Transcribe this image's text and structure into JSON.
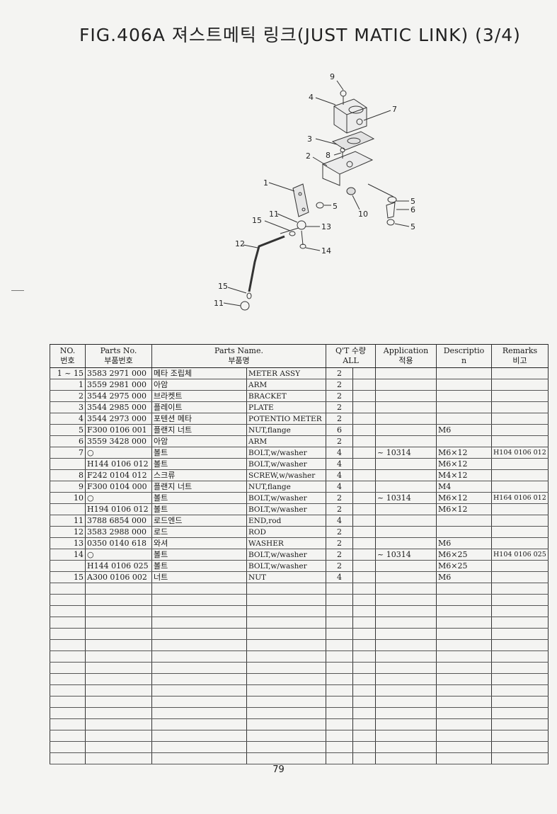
{
  "title": "FIG.406A 져스트메틱 링크(JUST MATIC LINK) (3/4)",
  "diagram": {
    "callouts": [
      "9",
      "4",
      "7",
      "3",
      "8",
      "2",
      "1",
      "5",
      "10",
      "5",
      "6",
      "5",
      "11",
      "15",
      "13",
      "12",
      "14",
      "15",
      "11"
    ]
  },
  "table": {
    "headers": {
      "no": "NO.",
      "no_ko": "번호",
      "part_no": "Parts No.",
      "part_no_ko": "부품번호",
      "part_name": "Parts Name.",
      "part_name_ko": "부품명",
      "qty": "Q'T 수량",
      "qty_sub": "ALL",
      "application": "Application",
      "application_ko": "적용",
      "description": "Descriptio",
      "description_2": "n",
      "remarks": "Remarks",
      "remarks_ko": "비고"
    },
    "rows": [
      {
        "no": "1 ~ 15",
        "part_no": "3583 2971 000",
        "name_ko": "메타 조립체",
        "name_en": "METER ASSY",
        "qty": "2",
        "app": "",
        "desc": "",
        "remarks": ""
      },
      {
        "no": "1",
        "part_no": "3559 2981 000",
        "name_ko": "아암",
        "name_en": "ARM",
        "qty": "2",
        "app": "",
        "desc": "",
        "remarks": ""
      },
      {
        "no": "2",
        "part_no": "3544 2975 000",
        "name_ko": "브라켓트",
        "name_en": "BRACKET",
        "qty": "2",
        "app": "",
        "desc": "",
        "remarks": ""
      },
      {
        "no": "3",
        "part_no": "3544 2985 000",
        "name_ko": "플레이트",
        "name_en": "PLATE",
        "qty": "2",
        "app": "",
        "desc": "",
        "remarks": ""
      },
      {
        "no": "4",
        "part_no": "3544 2973 000",
        "name_ko": "포텐션 메타",
        "name_en": "POTENTIO METER",
        "qty": "2",
        "app": "",
        "desc": "",
        "remarks": ""
      },
      {
        "no": "5",
        "part_no": "F300 0106 001",
        "name_ko": "플랜지 너트",
        "name_en": "NUT,flange",
        "qty": "6",
        "app": "",
        "desc": "M6",
        "remarks": ""
      },
      {
        "no": "6",
        "part_no": "3559 3428 000",
        "name_ko": "아암",
        "name_en": "ARM",
        "qty": "2",
        "app": "",
        "desc": "",
        "remarks": ""
      },
      {
        "no": "7",
        "part_no": "○",
        "name_ko": "볼트",
        "name_en": "BOLT,w/washer",
        "qty": "4",
        "app": "~ 10314",
        "desc": "M6×12",
        "remarks": "H104 0106 012"
      },
      {
        "no": "",
        "part_no": "H144 0106 012",
        "name_ko": "볼트",
        "name_en": "BOLT,w/washer",
        "qty": "4",
        "app": "",
        "desc": "M6×12",
        "remarks": ""
      },
      {
        "no": "8",
        "part_no": "F242 0104 012",
        "name_ko": "스크류",
        "name_en": "SCREW,w/washer",
        "qty": "4",
        "app": "",
        "desc": "M4×12",
        "remarks": ""
      },
      {
        "no": "9",
        "part_no": "F300 0104 000",
        "name_ko": "플랜지 너트",
        "name_en": "NUT,flange",
        "qty": "4",
        "app": "",
        "desc": "M4",
        "remarks": ""
      },
      {
        "no": "10",
        "part_no": "○",
        "name_ko": "볼트",
        "name_en": "BOLT,w/washer",
        "qty": "2",
        "app": "~ 10314",
        "desc": "M6×12",
        "remarks": "H164 0106 012"
      },
      {
        "no": "",
        "part_no": "H194 0106 012",
        "name_ko": "볼트",
        "name_en": "BOLT,w/washer",
        "qty": "2",
        "app": "",
        "desc": "M6×12",
        "remarks": ""
      },
      {
        "no": "11",
        "part_no": "3788 6854 000",
        "name_ko": "로드엔드",
        "name_en": "END,rod",
        "qty": "4",
        "app": "",
        "desc": "",
        "remarks": ""
      },
      {
        "no": "12",
        "part_no": "3583 2988 000",
        "name_ko": "로드",
        "name_en": "ROD",
        "qty": "2",
        "app": "",
        "desc": "",
        "remarks": ""
      },
      {
        "no": "13",
        "part_no": "0350 0140 618",
        "name_ko": "와셔",
        "name_en": "WASHER",
        "qty": "2",
        "app": "",
        "desc": "M6",
        "remarks": ""
      },
      {
        "no": "14",
        "part_no": "○",
        "name_ko": "볼트",
        "name_en": "BOLT,w/washer",
        "qty": "2",
        "app": "~ 10314",
        "desc": "M6×25",
        "remarks": "H104 0106 025"
      },
      {
        "no": "",
        "part_no": "H144 0106 025",
        "name_ko": "볼트",
        "name_en": "BOLT,w/washer",
        "qty": "2",
        "app": "",
        "desc": "M6×25",
        "remarks": ""
      },
      {
        "no": "15",
        "part_no": "A300 0106 002",
        "name_ko": "너트",
        "name_en": "NUT",
        "qty": "4",
        "app": "",
        "desc": "M6",
        "remarks": ""
      }
    ]
  },
  "page_number": "79"
}
